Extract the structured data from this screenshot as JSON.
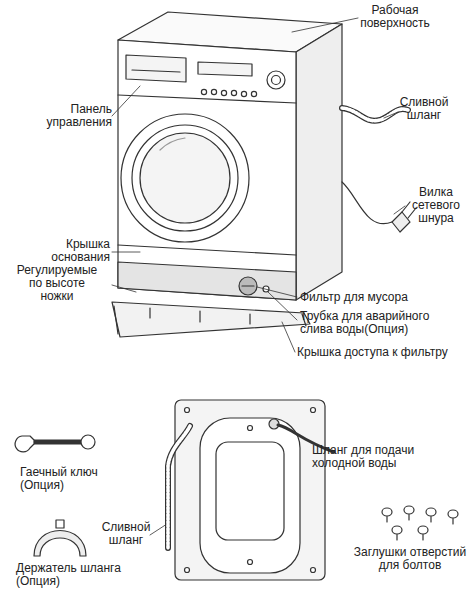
{
  "diagram": {
    "labels": [
      "Рабочая поверхность",
      "Панель управления",
      "Сливной шланг",
      "Вилка сетевого шнура",
      "Крышка основания",
      "Регулируемые по высоте ножки",
      "Фильтр для мусора",
      "Трубка для аварийного слива воды(Опция)",
      "Крышка доступа к фильтру",
      "Гаечный ключ (Опция)",
      "Сливной шланг",
      "Шланг для подачи холодной воды",
      "Держатель шланга (Опция)",
      "Заглушки отверстий для болтов"
    ]
  }
}
